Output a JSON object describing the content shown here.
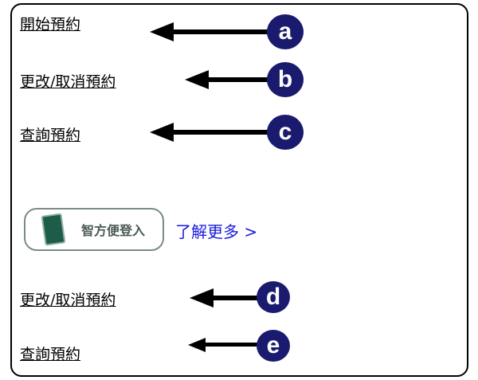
{
  "links": {
    "start": "開始預約",
    "modify": "更改/取消預約",
    "query": "查詢預約",
    "modify2": "更改/取消預約",
    "query2": "查詢預約"
  },
  "badges": {
    "a": "a",
    "b": "b",
    "c": "c",
    "d": "d",
    "e": "e"
  },
  "login_button": {
    "label": "智方便登入",
    "icon": "phone-icon"
  },
  "learn_more": "了解更多 >"
}
